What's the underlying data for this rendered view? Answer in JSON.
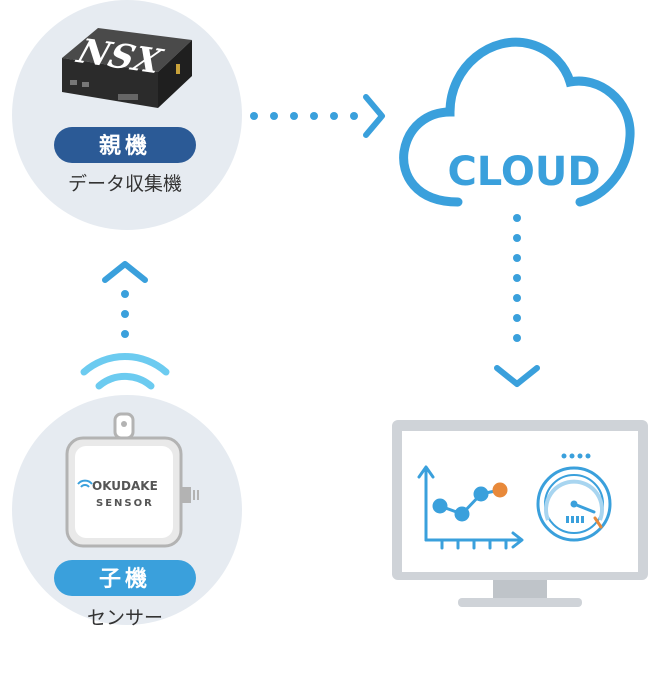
{
  "parent": {
    "badge": "親機",
    "caption": "データ収集機",
    "device_logo": "NSX",
    "badge_color": "#2b5a96"
  },
  "child": {
    "badge": "子機",
    "caption": "センサー",
    "device_logo_line1": "OKUDAKE",
    "device_logo_line2": "SENSOR",
    "badge_color": "#3aa0dc"
  },
  "cloud": {
    "label": "CLOUD",
    "color": "#3aa0dc"
  },
  "monitor": {
    "icons": [
      "line-chart-icon",
      "gauge-icon"
    ]
  },
  "colors": {
    "circle_bg": "#e6ebf1",
    "arrow": "#3aa0dc",
    "monitor_frame": "#cfd3d8"
  }
}
